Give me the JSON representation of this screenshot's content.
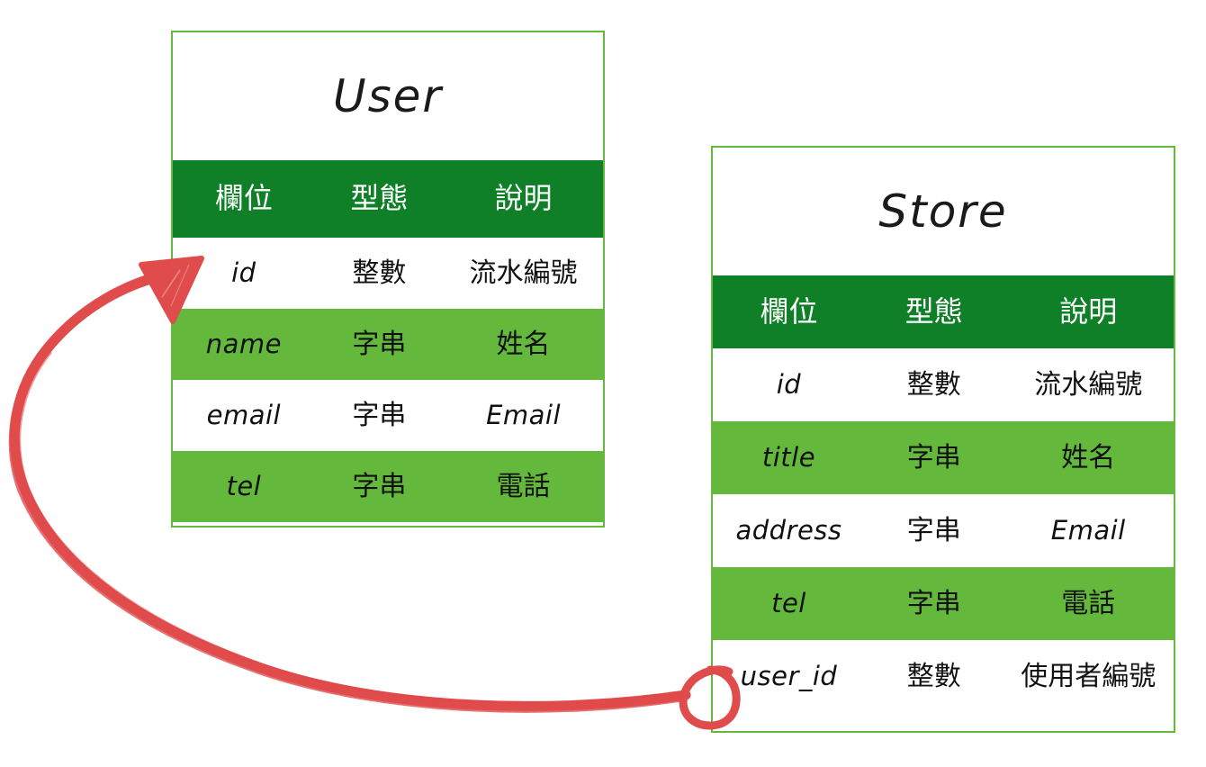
{
  "diagram": {
    "title_present": false,
    "colors": {
      "header_green": "#0F8027",
      "row_green": "#64B83C",
      "border_green": "#64B83C",
      "arrow_red": "#E04B4B",
      "text_black": "#111111",
      "background": "#FFFFFF"
    }
  },
  "entities": [
    {
      "name": "User",
      "columns": [
        "欄位",
        "型態",
        "說明"
      ],
      "rows": [
        {
          "field": "id",
          "type": "整數",
          "desc": "流水編號"
        },
        {
          "field": "name",
          "type": "字串",
          "desc": "姓名"
        },
        {
          "field": "email",
          "type": "字串",
          "desc": "Email"
        },
        {
          "field": "tel",
          "type": "字串",
          "desc": "電話"
        }
      ]
    },
    {
      "name": "Store",
      "columns": [
        "欄位",
        "型態",
        "說明"
      ],
      "rows": [
        {
          "field": "id",
          "type": "整數",
          "desc": "流水編號"
        },
        {
          "field": "title",
          "type": "字串",
          "desc": "姓名"
        },
        {
          "field": "address",
          "type": "字串",
          "desc": "Email"
        },
        {
          "field": "tel",
          "type": "字串",
          "desc": "電話"
        },
        {
          "field": "user_id",
          "type": "整數",
          "desc": "使用者編號"
        }
      ]
    }
  ],
  "relation": {
    "from_entity": "Store",
    "from_field": "user_id",
    "to_entity": "User",
    "to_field": "id",
    "style": "hand-drawn-curved-arrow",
    "color": "#E04B4B",
    "highlight_shape": "circle"
  }
}
